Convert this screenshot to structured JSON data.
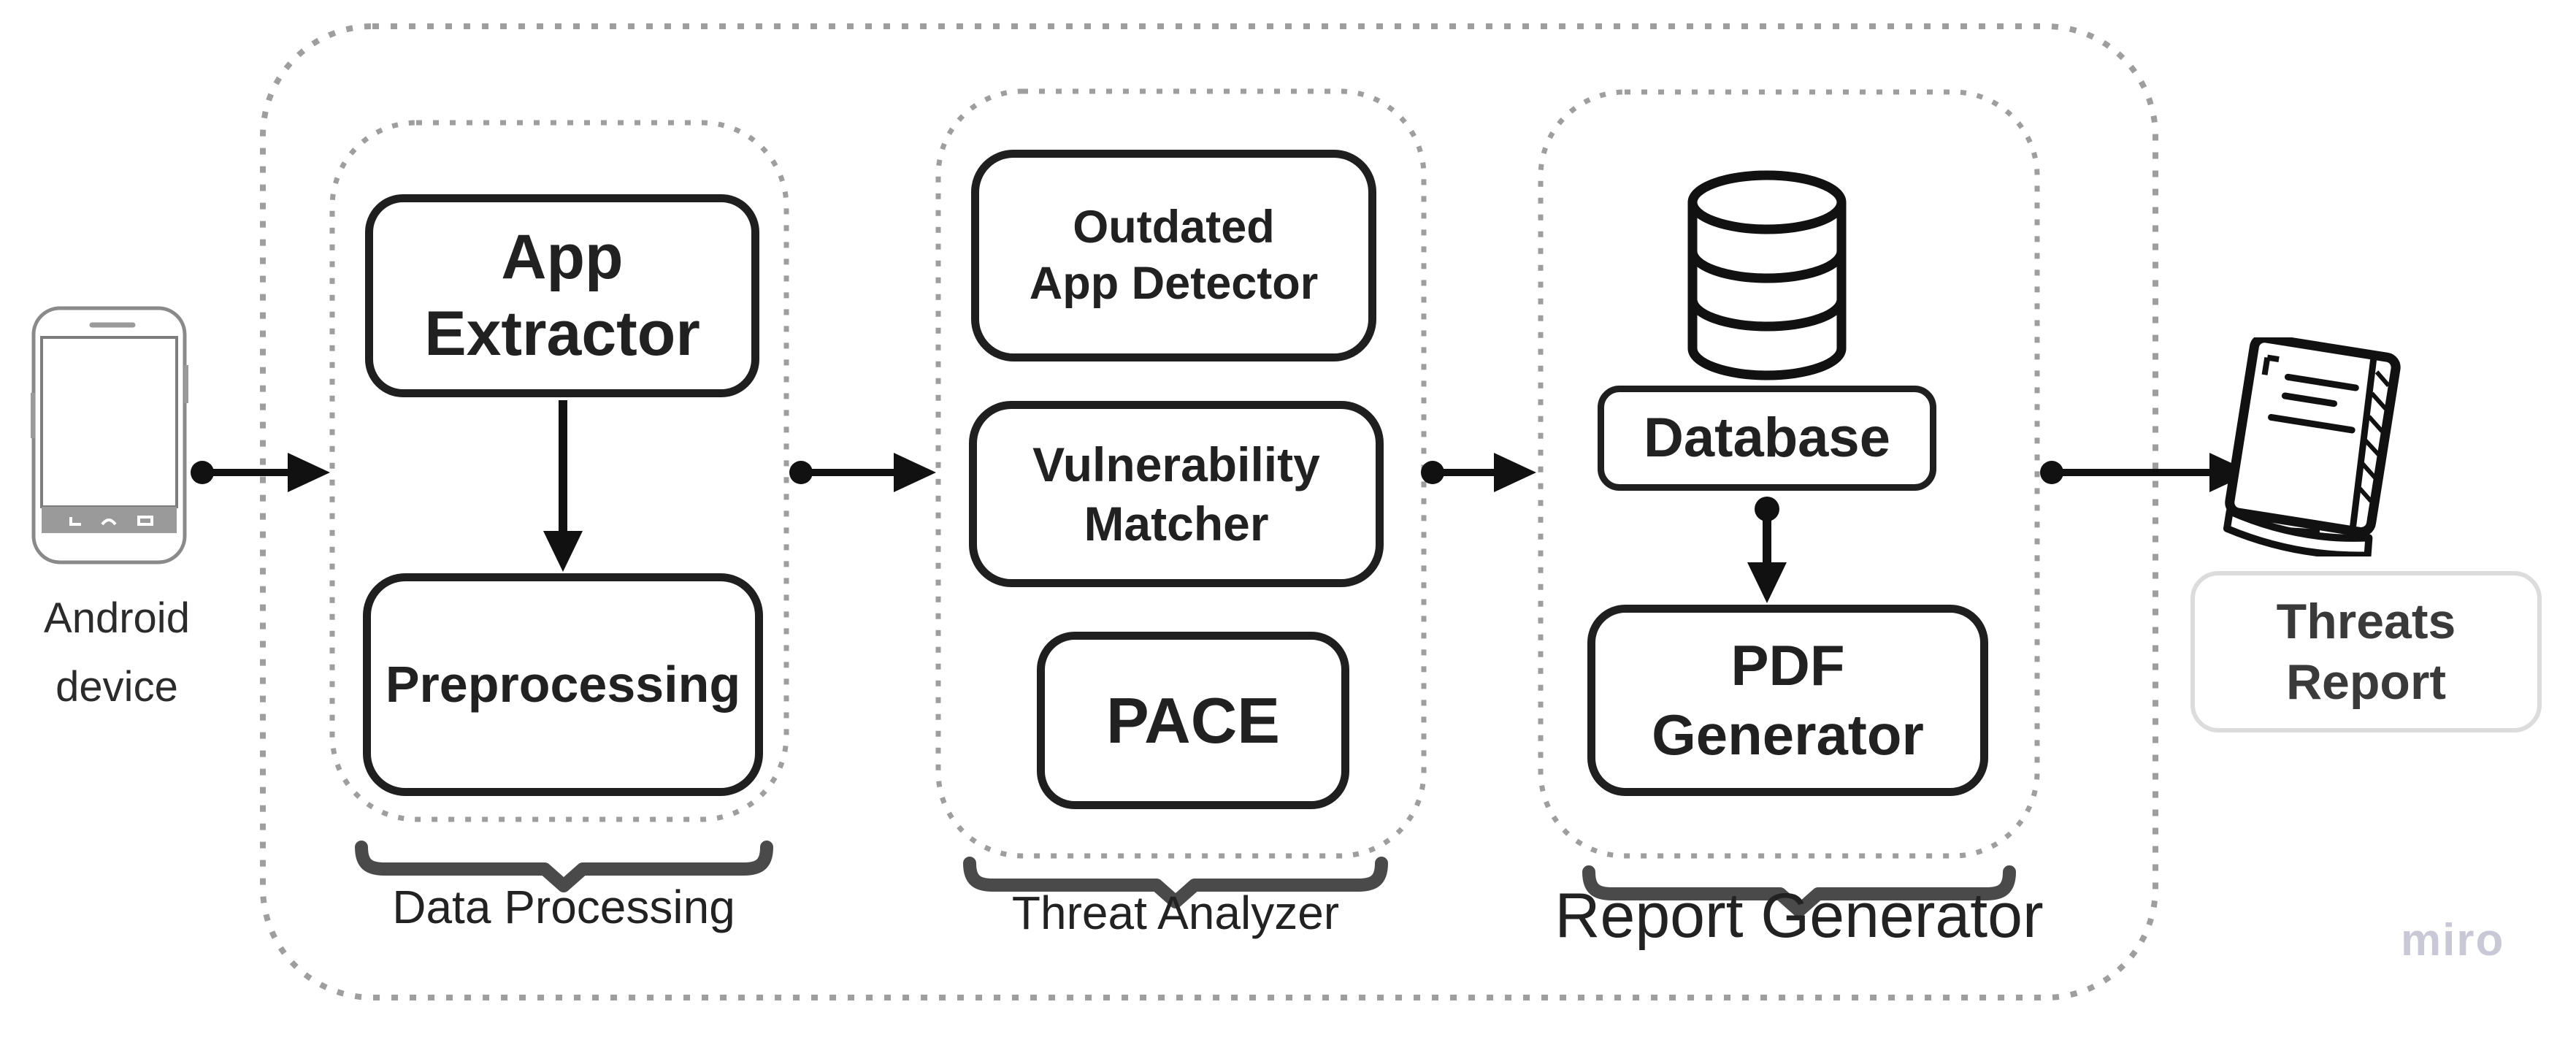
{
  "diagram": {
    "title_none_visible": "",
    "source": {
      "label": "Android device",
      "icon": "android-phone-icon"
    },
    "groups": {
      "data_processing": {
        "caption": "Data Processing"
      },
      "threat_analyzer": {
        "caption": "Threat Analyzer"
      },
      "report_generator": {
        "caption": "Report Generator"
      }
    },
    "nodes": {
      "app_extractor": "App\nExtractor",
      "preprocessing": "Preprocessing",
      "outdated_app_detector": "Outdated\nApp Detector",
      "vulnerability_matcher": "Vulnerability\nMatcher",
      "pace": "PACE",
      "database": "Database",
      "pdf_generator": "PDF\nGenerator"
    },
    "output": {
      "label": "Threats\nReport",
      "icon": "report-book-icon"
    },
    "icons": [
      "android-phone-icon",
      "database-cylinder-icon",
      "report-book-icon"
    ],
    "watermark": "miro",
    "colors": {
      "connector": "#111111",
      "node_border": "#1f1f1f",
      "dotted_border": "#9e9e9e",
      "brace": "#4a4a4a",
      "threats_report_border": "#dcdcdc",
      "watermark": "#c9c8d6"
    }
  }
}
